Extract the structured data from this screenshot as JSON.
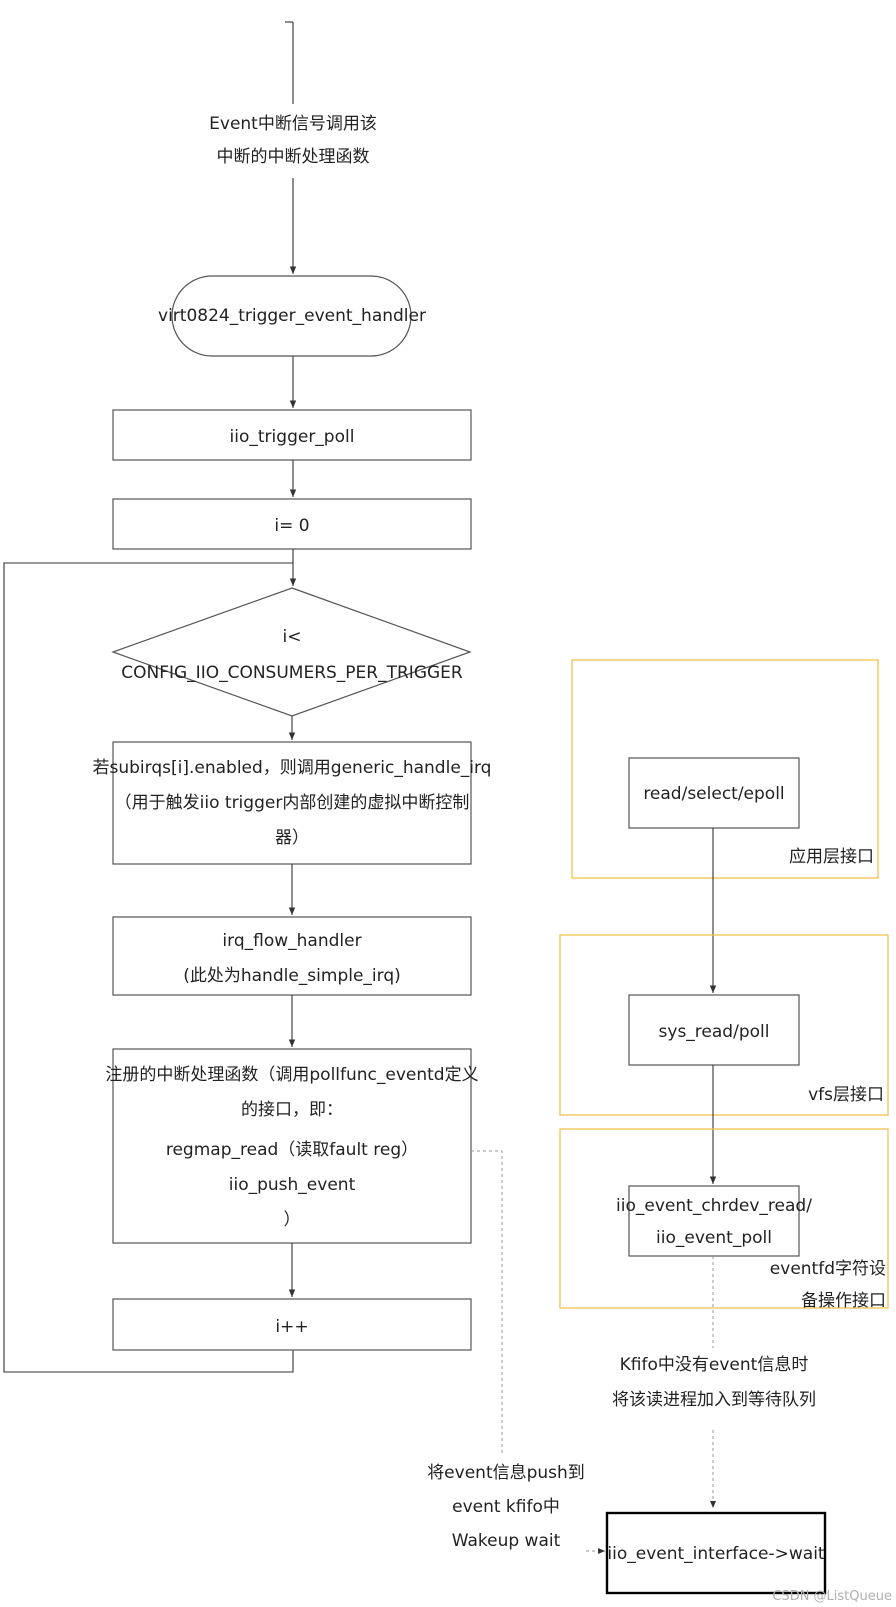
{
  "flow": {
    "event_caption": [
      "Event中断信号调用该",
      "中断的中断处理函数"
    ],
    "handler": "virt0824_trigger_event_handler",
    "trigger_poll": "iio_trigger_poll",
    "init": "i= 0",
    "condition": [
      "i<",
      "CONFIG_IIO_CONSUMERS_PER_TRIGGER"
    ],
    "subirq": [
      "若subirqs[i].enabled，则调用generic_handle_irq",
      "（用于触发iio trigger内部创建的虚拟中断控制",
      "器）"
    ],
    "flow_handler": [
      "irq_flow_handler",
      "(此处为handle_simple_irq)"
    ],
    "registered": [
      "注册的中断处理函数（调用pollfunc_eventd定义",
      "的接口，即：",
      "regmap_read（读取fault reg）",
      "iio_push_event",
      "）"
    ],
    "increment": "i++"
  },
  "right": {
    "app_call": "read/select/epoll",
    "app_layer": "应用层接口",
    "sys_call": "sys_read/poll",
    "vfs_layer": "vfs层接口",
    "chrdev": [
      "iio_event_chrdev_read/",
      "iio_event_poll"
    ],
    "eventfd_layer": [
      "eventfd字符设",
      "备操作接口"
    ],
    "kfifo_note": [
      "Kfifo中没有event信息时",
      "将该读进程加入到等待队列"
    ],
    "wait": "iio_event_interface->wait"
  },
  "push_note": [
    "将event信息push到",
    "event kfifo中",
    "Wakeup wait"
  ],
  "watermark": "CSDN @ListQueue"
}
